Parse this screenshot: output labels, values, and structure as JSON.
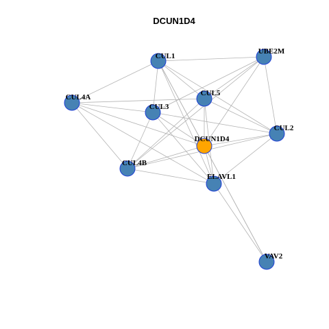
{
  "title": "DCUN1D4",
  "colors": {
    "default_node": "#4682b4",
    "center_node": "#ffa500",
    "node_border": "#1f3fd6",
    "edge": "#b3b3b3"
  },
  "nodes": [
    {
      "id": "CUL1",
      "label": "CUL1"
    },
    {
      "id": "UBE2M",
      "label": "UBE2M"
    },
    {
      "id": "CUL4A",
      "label": "CUL4A"
    },
    {
      "id": "CUL5",
      "label": "CUL5"
    },
    {
      "id": "CUL3",
      "label": "CUL3"
    },
    {
      "id": "CUL2",
      "label": "CUL2"
    },
    {
      "id": "DCUN1D4",
      "label": "DCUN1D4",
      "center": true
    },
    {
      "id": "CUL4B",
      "label": "CUL4B"
    },
    {
      "id": "ELAVL1",
      "label": "ELAVL1"
    },
    {
      "id": "VAV2",
      "label": "VAV2"
    }
  ],
  "edges": [
    [
      "CUL1",
      "UBE2M"
    ],
    [
      "CUL1",
      "CUL4A"
    ],
    [
      "CUL1",
      "CUL3"
    ],
    [
      "CUL1",
      "CUL5"
    ],
    [
      "CUL1",
      "CUL2"
    ],
    [
      "CUL1",
      "DCUN1D4"
    ],
    [
      "CUL1",
      "ELAVL1"
    ],
    [
      "CUL1",
      "VAV2"
    ],
    [
      "UBE2M",
      "CUL3"
    ],
    [
      "UBE2M",
      "CUL5"
    ],
    [
      "UBE2M",
      "CUL2"
    ],
    [
      "UBE2M",
      "DCUN1D4"
    ],
    [
      "UBE2M",
      "CUL4B"
    ],
    [
      "CUL4A",
      "CUL5"
    ],
    [
      "CUL4A",
      "CUL3"
    ],
    [
      "CUL4A",
      "DCUN1D4"
    ],
    [
      "CUL4A",
      "CUL4B"
    ],
    [
      "CUL4A",
      "ELAVL1"
    ],
    [
      "CUL5",
      "CUL2"
    ],
    [
      "CUL5",
      "DCUN1D4"
    ],
    [
      "CUL5",
      "CUL4B"
    ],
    [
      "CUL5",
      "ELAVL1"
    ],
    [
      "CUL3",
      "CUL2"
    ],
    [
      "CUL3",
      "DCUN1D4"
    ],
    [
      "CUL3",
      "CUL4B"
    ],
    [
      "CUL3",
      "ELAVL1"
    ],
    [
      "CUL2",
      "DCUN1D4"
    ],
    [
      "CUL2",
      "CUL4B"
    ],
    [
      "CUL2",
      "ELAVL1"
    ],
    [
      "DCUN1D4",
      "CUL4B"
    ],
    [
      "DCUN1D4",
      "ELAVL1"
    ],
    [
      "DCUN1D4",
      "VAV2"
    ],
    [
      "CUL4B",
      "ELAVL1"
    ],
    [
      "ELAVL1",
      "VAV2"
    ]
  ]
}
